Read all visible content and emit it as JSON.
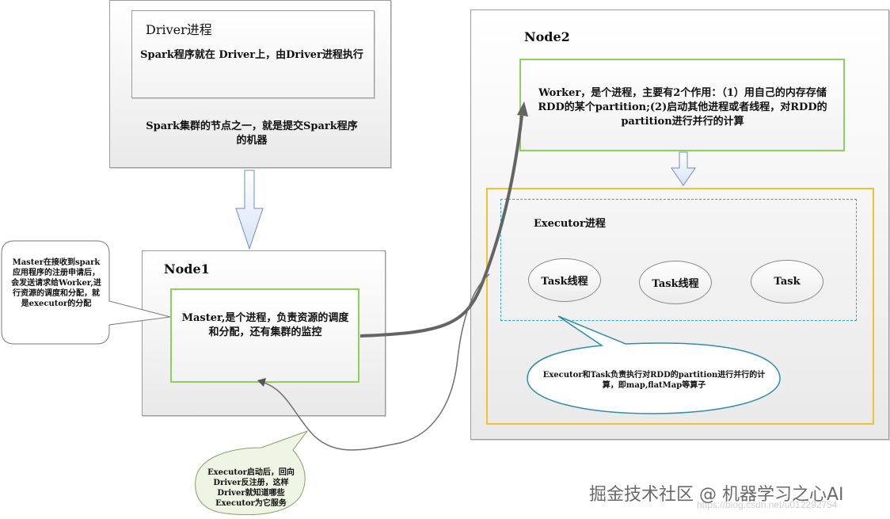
{
  "driver": {
    "title": "Driver进程",
    "inner_text": "Spark程序就在  Driver上，由Driver进程执行",
    "outer_text": "Spark集群的节点之一，就是提交Spark程序的机器"
  },
  "node1": {
    "title": "Node1",
    "master_text": "Master,是个进程，负责资源的调度和分配，还有集群的监控"
  },
  "node2": {
    "title": "Node2",
    "worker_text": "Worker，是个进程，主要有2个作用：（1）用自己的内存存储RDD的某个partition;(2)启动其他进程或者线程，对RDD的partition进行并行的计算",
    "executor_title": "Executor进程",
    "tasks": [
      "Task线程",
      "Task线程",
      "Task"
    ]
  },
  "callouts": {
    "master": "Master在接收到spark应用程序的注册申请后，会发送请求给Worker,进行资源的调度和分配，就是executor的分配",
    "executor_task": "Executor和Task负责执行对RDD的partition进行并行的计算，即map,flatMap等算子",
    "executor_register": "Executor启动后，回向  Driver反注册，这样Driver就知道哪些Executor为它服务"
  },
  "watermark": {
    "main": "掘金技术社区 @ 机器学习之心AI",
    "faint": "https://blog.csdn.net/u012292754"
  }
}
